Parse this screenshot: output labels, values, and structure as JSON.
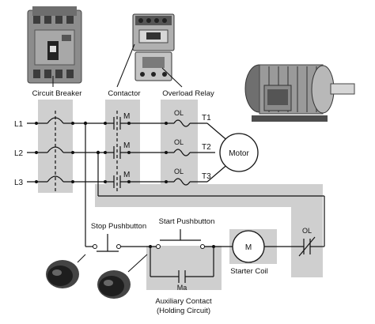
{
  "labels": {
    "circuit_breaker": "Circuit Breaker",
    "contactor": "Contactor",
    "overload_relay": "Overload Relay",
    "motor": "Motor",
    "stop_pushbutton": "Stop Pushbutton",
    "start_pushbutton": "Start Pushbutton",
    "starter_coil": "Starter Coil",
    "aux_contact_line1": "Auxiliary Contact",
    "aux_contact_line2": "(Holding Circuit)"
  },
  "lines": [
    "L1",
    "L2",
    "L3"
  ],
  "terminals": [
    "T1",
    "T2",
    "T3"
  ],
  "contact_labels": [
    "M",
    "M",
    "M"
  ],
  "overload_labels": [
    "OL",
    "OL",
    "OL"
  ],
  "coil_label": "M",
  "overload_contact_label": "OL",
  "aux_label": "Ma",
  "colors": {
    "background": "#ffffff",
    "shaded_region": "#cfcfcf",
    "wire": "#111111",
    "device_body": "#2b2b2b",
    "motor_body": "#9a9a9a"
  }
}
